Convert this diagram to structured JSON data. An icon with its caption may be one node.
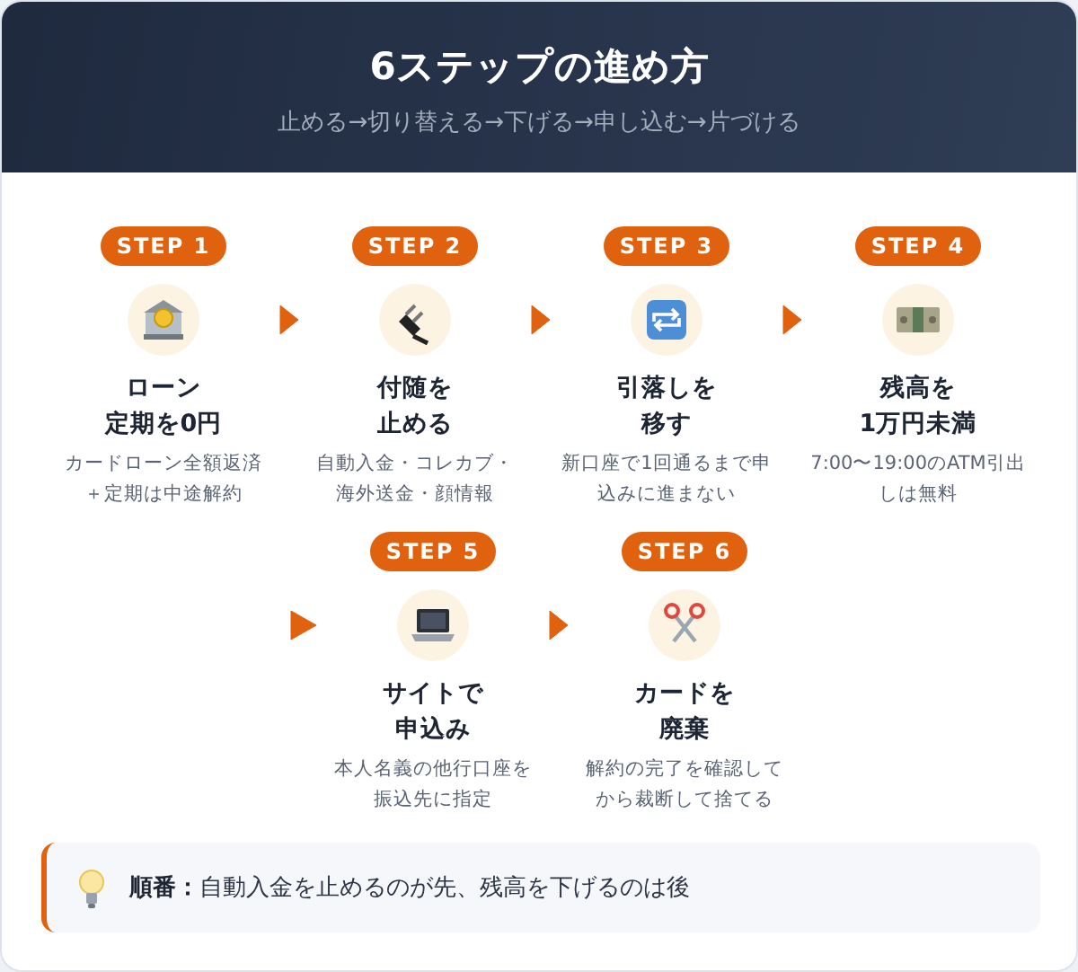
{
  "diagram": {
    "title": "6ステップの進め方",
    "nodes": [
      {
        "text": [
          "STEP 1",
          "ローン定期を0円",
          "カードローン全額返済＋定期は中途解約"
        ]
      },
      {
        "text": [
          "STEP 2",
          "付随を止める",
          "自動入金・コレカブ・海外送金・顔情報"
        ]
      },
      {
        "text": [
          "STEP 3",
          "引落しを移す",
          "新口座で1回通るまで申込みに進まない"
        ]
      },
      {
        "text": [
          "STEP 4",
          "残高を1万円未満",
          "7:00〜19:00のATM引出しは無料"
        ]
      },
      {
        "text": [
          "STEP 5",
          "サイトで申込み",
          "本人名義の他行口座を振込先に指定"
        ]
      },
      {
        "text": [
          "STEP 6",
          "カードを廃棄",
          "解約の完了を確認してから裁断して捨てる"
        ]
      }
    ],
    "edges": [
      {
        "from": 0,
        "to": 1,
        "arrow": "to"
      },
      {
        "from": 1,
        "to": 2,
        "arrow": "to"
      },
      {
        "from": 2,
        "to": 3,
        "arrow": "to"
      },
      {
        "from": null,
        "to": 4,
        "arrow": "to"
      },
      {
        "from": 4,
        "to": 5,
        "arrow": "to"
      }
    ],
    "labels": [
      "止める→切り替える→下げる→申し込む→片づける",
      "**順番：**自動入金を止めるのが先、残高を下げるのは後"
    ]
  }
}
